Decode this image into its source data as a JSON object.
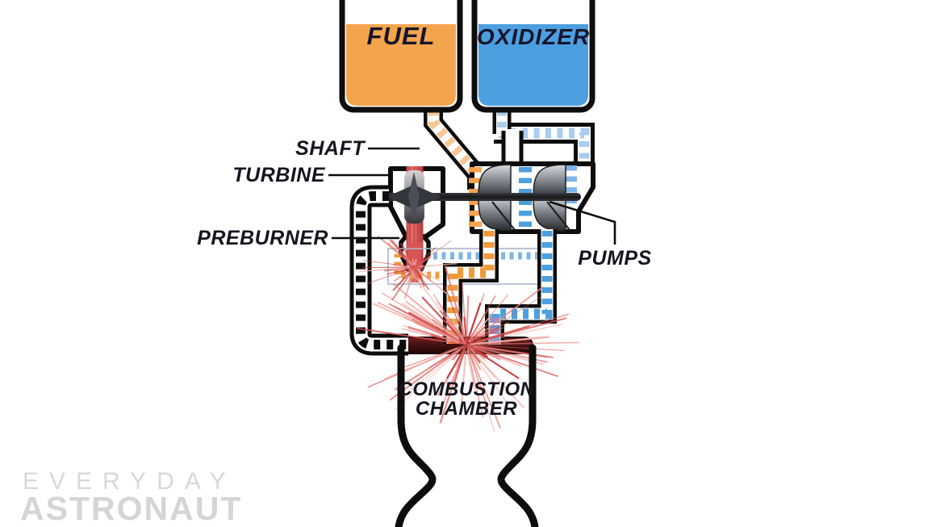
{
  "diagram": {
    "title_semantic": "rocket-engine-cycle-diagram",
    "labels": {
      "fuel_tank": "FUEL",
      "oxidizer_tank": "OXIDIZER",
      "shaft": "SHAFT",
      "turbine": "TURBINE",
      "preburner": "PREBURNER",
      "pumps": "PUMPS",
      "combustion_chamber_line1": "COMBUSTION",
      "combustion_chamber_line2": "CHAMBER"
    },
    "colors": {
      "fuel": "#F5A44E",
      "fuel_dash_light": "#F6C795",
      "fuel_dash_strong": "#F09A3C",
      "oxidizer": "#4C9FDF",
      "oxidizer_dash_light": "#A9CDEF",
      "oxidizer_dash_medium": "#7FB5E8",
      "mixed_propellant": "#9B8FBF",
      "hot_gas_red": "#D95454",
      "outline_black": "#0D0D0D",
      "watermark_gray": "#D8D8D8"
    }
  },
  "watermark": {
    "line1": "EVERYDAY",
    "line2": "ASTRONAUT"
  }
}
